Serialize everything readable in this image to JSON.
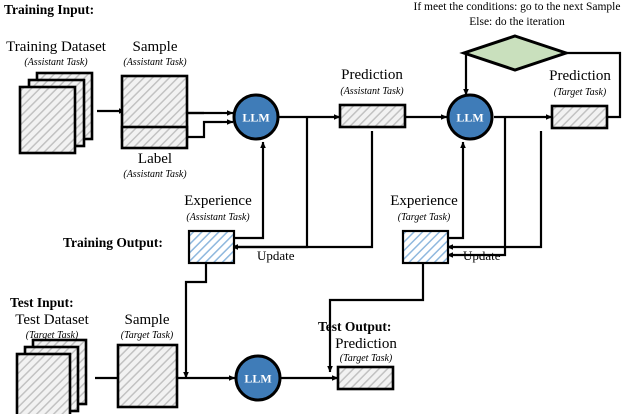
{
  "diagram": {
    "title": "LLM experience-based training and testing flow",
    "colors": {
      "llm_fill": "#3f7cb8",
      "llm_stroke": "#000000",
      "llm_label_color": "#ffffff",
      "decision_fill": "#c9e0bd",
      "decision_stroke": "#000000",
      "experience_fill": "#cfe1f2",
      "experience_hatch": "#7fa9d4",
      "data_fill": "#efefef",
      "data_hatch": "#c9c9c9",
      "stroke": "#000000",
      "background": "#ffffff"
    },
    "sections": {
      "training_input": "Training Input:",
      "training_output": "Training Output:",
      "test_input": "Test Input:",
      "test_output": "Test Output:"
    },
    "condition_note": {
      "line1": "If meet the conditions: go to the next Sample",
      "line2": "Else: do the iteration"
    },
    "nodes": {
      "training_dataset": {
        "title": "Training Dataset",
        "subtitle": "(Assistant Task)",
        "shape": "stacked-documents"
      },
      "sample_assistant": {
        "title": "Sample",
        "subtitle": "(Assistant Task)",
        "shape": "rect-hatched"
      },
      "label_assistant": {
        "title": "Label",
        "subtitle": "(Assistant Task)",
        "shape": "rect-hatched"
      },
      "llm_1": {
        "label": "LLM",
        "shape": "circle"
      },
      "prediction_assistant": {
        "title": "Prediction",
        "subtitle": "(Assistant Task)",
        "shape": "rect-hatched"
      },
      "llm_2": {
        "label": "LLM",
        "shape": "circle"
      },
      "decision": {
        "label": "",
        "shape": "diamond"
      },
      "prediction_target_top": {
        "title": "Prediction",
        "subtitle": "(Target Task)",
        "shape": "rect-hatched"
      },
      "experience_assistant": {
        "title": "Experience",
        "subtitle": "(Assistant Task)",
        "shape": "rect-hatched-blue"
      },
      "experience_target": {
        "title": "Experience",
        "subtitle": "(Target Task)",
        "shape": "rect-hatched-blue"
      },
      "test_dataset": {
        "title": "Test Dataset",
        "subtitle": "(Target Task)",
        "shape": "stacked-documents"
      },
      "sample_target": {
        "title": "Sample",
        "subtitle": "(Target Task)",
        "shape": "rect-hatched"
      },
      "llm_3": {
        "label": "LLM",
        "shape": "circle"
      },
      "prediction_target_bottom": {
        "title": "Prediction",
        "subtitle": "(Target Task)",
        "shape": "rect-hatched"
      }
    },
    "edge_labels": {
      "update_left": "Update",
      "update_right": "Update"
    }
  }
}
